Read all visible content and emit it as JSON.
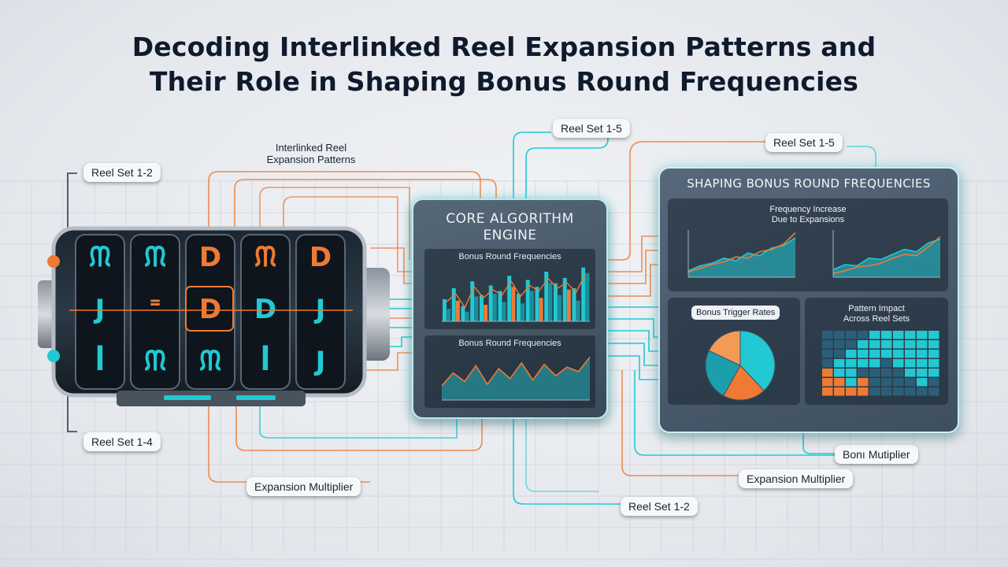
{
  "title": {
    "line1": "Decoding Interlinked Reel Expansion Patterns and",
    "line2": "Their Role in Shaping Bonus Round Frequencies"
  },
  "labels": {
    "reel_set_1_2_left": "Reel Set 1-2",
    "reel_set_1_4": "Reel Set 1-4",
    "interlinked_note_line1": "Interlinked Reel",
    "interlinked_note_line2": "Expansion Patterns",
    "reel_set_1_5_top": "Reel Set 1-5",
    "reel_set_1_5_right": "Reel Set 1-5",
    "expansion_multiplier_left": "Expansion Multiplier",
    "expansion_multiplier_right": "Expansion Multiplier",
    "reel_set_1_2_bottom": "Reel Set 1-2",
    "bonus_multiplier": "Bonı Mutiplier"
  },
  "reels": {
    "symbols": [
      [
        "ᙏ",
        "J",
        "ꟾ"
      ],
      [
        "ᙏ",
        "ᙾ",
        "ᙏ"
      ],
      [
        "D",
        "D",
        "ᙏ"
      ],
      [
        "ᙏ",
        "D",
        "ꟾ"
      ],
      [
        "D",
        "J",
        "J"
      ]
    ]
  },
  "core": {
    "title_line1": "CORE ALGORITHM",
    "title_line2": "ENGINE",
    "chart1_title": "Bonus Round Frequencies",
    "chart2_title": "Bonus Round Frequencies"
  },
  "dashboard": {
    "title": "SHAPING BONUS ROUND FREQUENCIES",
    "freq_title_line1": "Frequency Increase",
    "freq_title_line2": "Due to Expansions",
    "trigger_title": "Bonus Trigger Rates",
    "pattern_title_line1": "Pattern Impact",
    "pattern_title_line2": "Across Reel Sets"
  },
  "colors": {
    "teal": "#22c9d3",
    "orange": "#ee7a35",
    "dark_panel": "#3a4a59"
  },
  "chart_data": [
    {
      "type": "bar",
      "title": "Bonus Round Frequencies",
      "series": [
        {
          "values": [
            32,
            48,
            22,
            58,
            38,
            52,
            44,
            66,
            40,
            60,
            50,
            72,
            55,
            63,
            48,
            78
          ]
        },
        {
          "values": [
            18,
            30,
            14,
            36,
            24,
            40,
            28,
            50,
            26,
            44,
            34,
            56,
            38,
            46,
            30,
            70
          ]
        }
      ],
      "overlay_line": [
        28,
        40,
        20,
        50,
        34,
        46,
        38,
        58,
        36,
        52,
        44,
        62,
        48,
        56,
        42,
        68
      ]
    },
    {
      "type": "area",
      "title": "Bonus Round Frequencies",
      "values": [
        20,
        38,
        26,
        48,
        22,
        44,
        30,
        52,
        28,
        50,
        34,
        46,
        40,
        60
      ]
    },
    {
      "type": "area",
      "title": "Frequency Increase Due to Expansions",
      "panel": "left",
      "values": [
        10,
        18,
        22,
        30,
        26,
        38,
        34,
        46,
        50,
        62
      ],
      "overlay_line": [
        8,
        14,
        20,
        24,
        32,
        30,
        40,
        44,
        52,
        70
      ]
    },
    {
      "type": "area",
      "title": "Frequency Increase Due to Expansions",
      "panel": "right",
      "values": [
        12,
        20,
        18,
        30,
        28,
        36,
        44,
        40,
        54,
        60
      ],
      "overlay_line": [
        6,
        10,
        16,
        18,
        22,
        30,
        36,
        34,
        48,
        64
      ]
    },
    {
      "type": "pie",
      "title": "Bonus Trigger Rates",
      "values": [
        38,
        20,
        24,
        18
      ],
      "colors": [
        "#22c9d3",
        "#ee7a35",
        "#1b9fad",
        "#f39b55"
      ]
    },
    {
      "type": "heatmap",
      "title": "Pattern Impact Across Reel Sets",
      "rows": [
        [
          0,
          0,
          0,
          0,
          1,
          1,
          1,
          1,
          1,
          1
        ],
        [
          0,
          0,
          0,
          1,
          1,
          1,
          1,
          1,
          1,
          1
        ],
        [
          0,
          0,
          1,
          1,
          1,
          1,
          1,
          1,
          1,
          1
        ],
        [
          0,
          1,
          1,
          1,
          1,
          0,
          1,
          1,
          1,
          1
        ],
        [
          2,
          1,
          1,
          0,
          0,
          0,
          0,
          1,
          1,
          1
        ],
        [
          2,
          2,
          1,
          2,
          0,
          0,
          0,
          0,
          1,
          0
        ],
        [
          2,
          2,
          2,
          2,
          0,
          0,
          0,
          0,
          0,
          0
        ]
      ]
    }
  ]
}
